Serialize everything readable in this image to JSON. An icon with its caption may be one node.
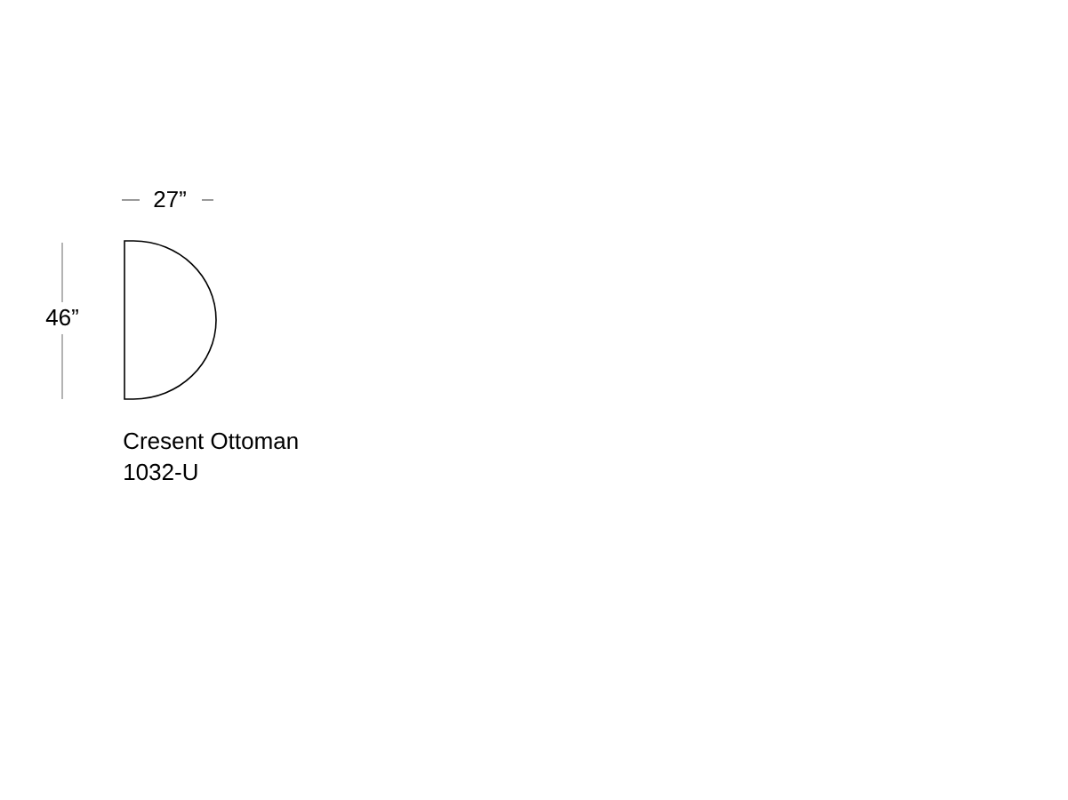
{
  "diagram": {
    "labels": [
      "27”",
      "46”",
      "Cresent Ottoman",
      "1032-U"
    ]
  }
}
